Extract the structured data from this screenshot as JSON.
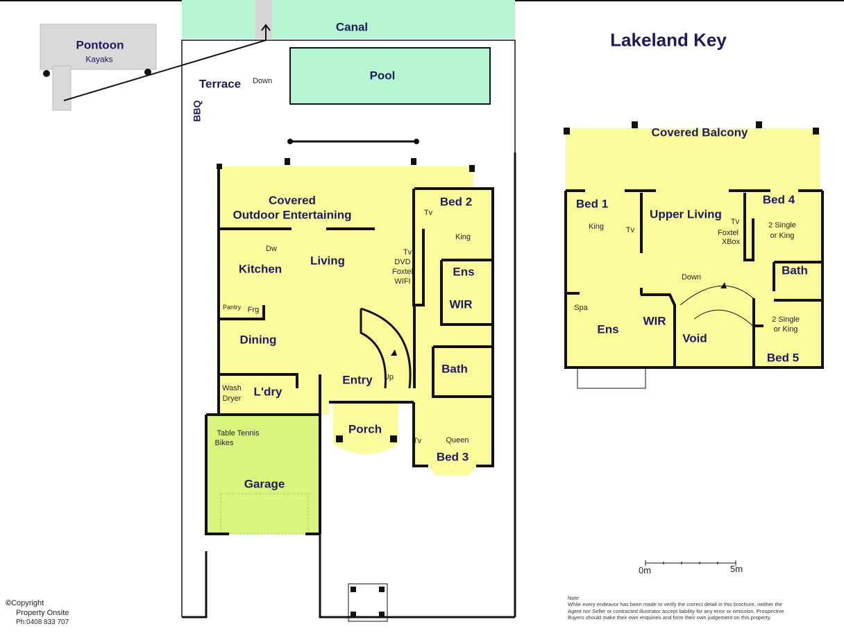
{
  "title": "Lakeland Key",
  "colors": {
    "interior": "#fbfb9c",
    "water": "#b5f5d2",
    "garage": "#daf57e",
    "pontoon": "#d9d9d9",
    "wall": "#111111",
    "text": "#1c1a5e"
  },
  "outdoor": {
    "canal": "Canal",
    "pontoon": "Pontoon",
    "kayaks": "Kayaks",
    "terrace": "Terrace",
    "down": "Down",
    "bbq": "BBQ",
    "pool": "Pool"
  },
  "ground_floor": {
    "covered_outdoor_1": "Covered",
    "covered_outdoor_2": "Outdoor Entertaining",
    "kitchen": "Kitchen",
    "dw": "Dw",
    "pantry": "Pantry",
    "frg": "Frg",
    "living": "Living",
    "living_tv": "Tv",
    "living_dvd": "DVD",
    "living_foxtel": "Foxtel",
    "living_wifi": "WIFI",
    "bed2": "Bed 2",
    "bed2_tv": "Tv",
    "bed2_king": "King",
    "ens": "Ens",
    "wir": "WIR",
    "dining": "Dining",
    "bath": "Bath",
    "entry": "Entry",
    "up": "Up",
    "wash": "Wash",
    "dryer": "Dryer",
    "laundry": "L'dry",
    "porch": "Porch",
    "bed3": "Bed 3",
    "bed3_tv": "Tv",
    "bed3_queen": "Queen",
    "table_tennis": "Table Tennis",
    "bikes": "Bikes",
    "garage": "Garage"
  },
  "upper_floor": {
    "balcony": "Covered Balcony",
    "bed1": "Bed 1",
    "bed1_king": "King",
    "bed1_tv": "Tv",
    "upper_living": "Upper Living",
    "ul_tv": "Tv",
    "ul_foxtel": "Foxtel",
    "ul_xbox": "XBox",
    "bed4": "Bed 4",
    "bed4_bed_1": "2 Single",
    "bed4_bed_2": "or King",
    "down": "Down",
    "bath": "Bath",
    "spa": "Spa",
    "ens": "Ens",
    "wir": "WIR",
    "void": "Void",
    "bed5_bed_1": "2 Single",
    "bed5_bed_2": "or King",
    "bed5": "Bed 5"
  },
  "scale": {
    "start": "0m",
    "end": "5m"
  },
  "copyright": {
    "line1": "Copyright",
    "line2": "Property Onsite",
    "line3": "Ph:0408 833 707"
  },
  "note": {
    "heading": "Note",
    "line1": "While every endeavor has been made to verify the correct detail in this brochure, neither the",
    "line2": "Agent nor Seller or contracted illustrator accept liability for any error or omission. Prospective",
    "line3": "Buyers should make their own enquiries and form their own judgement on this property"
  }
}
